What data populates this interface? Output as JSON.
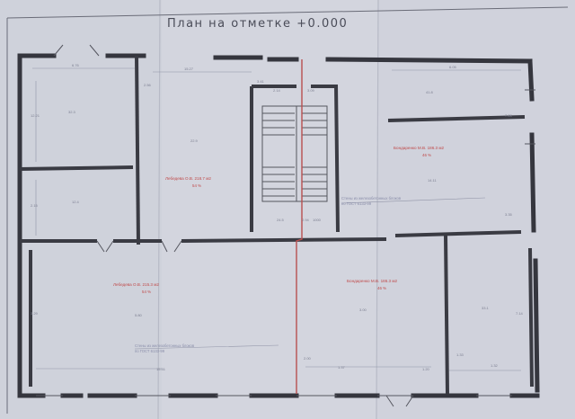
{
  "title": "План на отметке +0.000",
  "rooms": [
    {
      "owner": "Лебедева О.В. 218.7 м2",
      "share": "54 %"
    },
    {
      "owner": "Лебедева О.В. 215.3 м2",
      "share": "54 %"
    },
    {
      "owner": "Бондаренко М.В. 186.3 м2",
      "share": "46 %"
    },
    {
      "owner": "Бондаренко М.В. 186.3 м2",
      "share": "46 %"
    }
  ],
  "dimensions": [
    "6.76",
    "15.27",
    "6.05",
    "2.56",
    "3.41",
    "3.09",
    "32.3",
    "22.9",
    "12.21",
    "2.14",
    "41.8",
    "7.28",
    "14.11",
    "12.4",
    "2.15",
    "3.35",
    "24.5",
    "2.94",
    "1000",
    "5.80",
    "3.00",
    "33.1",
    "3.29",
    "7.14",
    "2.00",
    "15.51",
    "1.37",
    "1.33",
    "1.32",
    "1.20"
  ],
  "notes": [
    "Стены из железобетонных блоков\nпо ГОСТ 6133-99",
    "Стены из железобетонных блоков\nпо ГОСТ 6133-99"
  ]
}
